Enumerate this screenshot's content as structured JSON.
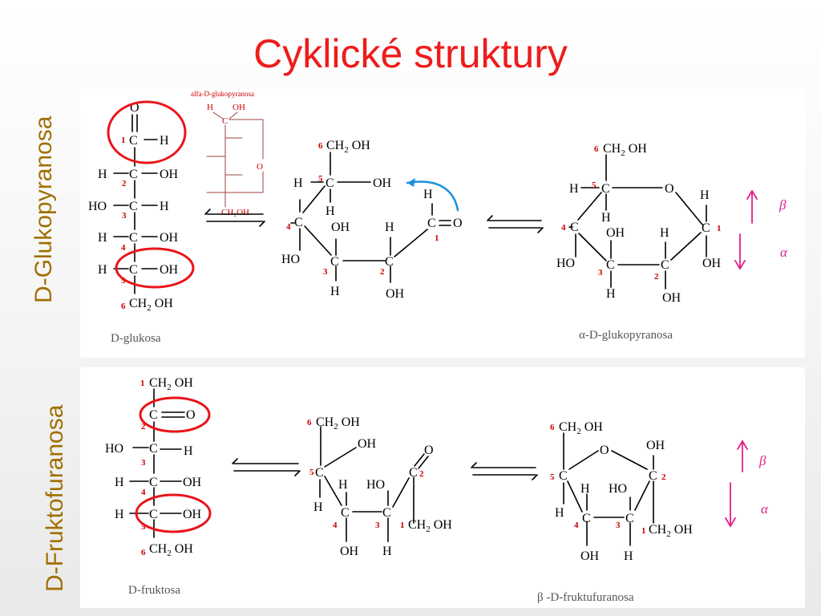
{
  "title": "Cyklické struktury",
  "side_labels": {
    "top": "D-Glukopyranosa",
    "bottom": "D-Fruktofuranosa"
  },
  "glucose": {
    "name": "D-glukosa",
    "product_name": "α-D-glukopyranosa",
    "inset_caption": "alfa-D-glukopyranosa",
    "inset_atoms": {
      "h": "H",
      "oh": "OH",
      "c": "C",
      "o": "O",
      "ch2oh": "CH₂OH"
    },
    "anomer_labels": {
      "beta": "β",
      "alpha": "α"
    }
  },
  "fructose": {
    "name": "D-fruktosa",
    "product_name": "β -D-fruktufuranosa",
    "anomer_labels": {
      "beta": "β",
      "alpha": "α"
    }
  },
  "colors": {
    "title": "#ee1c1c",
    "side": "#a07000",
    "highlight": "#e8141a",
    "numbers": "#cc0000",
    "attack_arrow": "#1e8fe0",
    "anomer_arrow": "#e0208a"
  }
}
